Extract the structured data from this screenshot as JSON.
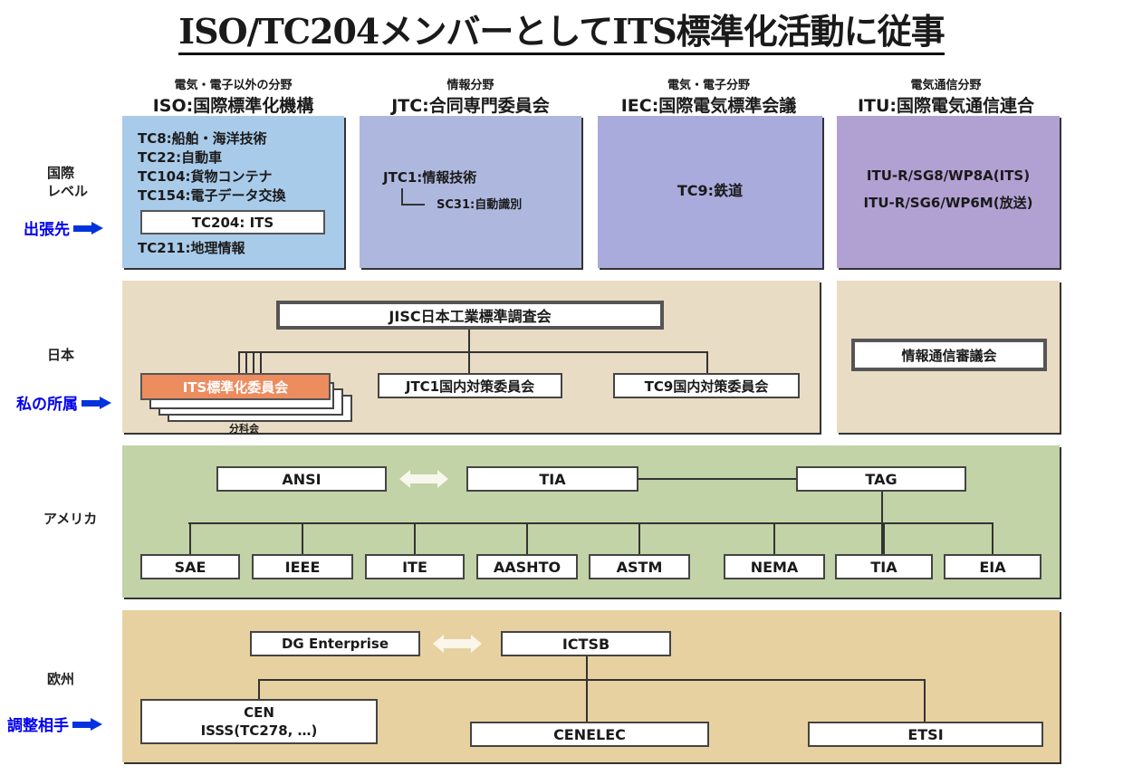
{
  "title": "ISO/TC204メンバーとしてITS標準化活動に従事",
  "columns": [
    {
      "subtitle": "電気・電子以外の分野",
      "name": "ISO:国際標準化機構"
    },
    {
      "subtitle": "情報分野",
      "name": "JTC:合同専門委員会"
    },
    {
      "subtitle": "電気・電子分野",
      "name": "IEC:国際電気標準会議"
    },
    {
      "subtitle": "電気通信分野",
      "name": "ITU:国際電気通信連合"
    }
  ],
  "rows": {
    "international": "国際\nレベル",
    "international_line1": "国際",
    "international_line2": "レベル",
    "japan": "日本",
    "america": "アメリカ",
    "europe": "欧州"
  },
  "callouts": {
    "business_trip": "出張先",
    "my_affiliation": "私の所属",
    "coordination": "調整相手"
  },
  "iso_box": {
    "items": [
      "TC8:船舶・海洋技術",
      "TC22:自動車",
      "TC104:貨物コンテナ",
      "TC154:電子データ交換"
    ],
    "highlight": "TC204: ITS",
    "last_item": "TC211:地理情報"
  },
  "jtc_box": {
    "parent": "JTC1:情報技術",
    "child": "SC31:自動識別"
  },
  "iec_box": {
    "item": "TC9:鉄道"
  },
  "itu_box": {
    "items": [
      "ITU-R/SG8/WP8A(ITS)",
      "ITU-R/SG6/WP6M(放送)"
    ]
  },
  "japan": {
    "jisc": "JISC日本工業標準調査会",
    "its_committee": "ITS標準化委員会",
    "subcommittee_label": "分科会",
    "jtc1_domestic": "JTC1国内対策委員会",
    "tc9_domestic": "TC9国内対策委員会",
    "telecom_council": "情報通信審議会"
  },
  "america": {
    "ansi": "ANSI",
    "tia_top": "TIA",
    "tag": "TAG",
    "members": [
      "SAE",
      "IEEE",
      "ITE",
      "AASHTO",
      "ASTM",
      "NEMA",
      "TIA",
      "EIA"
    ]
  },
  "europe": {
    "dg": "DG Enterprise",
    "ictsb": "ICTSB",
    "cen_line1": "CEN",
    "cen_line2": "ISSS(TC278, …)",
    "cenelec": "CENELEC",
    "etsi": "ETSI"
  },
  "colors": {
    "iso_bg": "#a9cbea",
    "jtc_bg": "#aeb8df",
    "iec_bg": "#a9abdc",
    "itu_bg": "#b1a1d3",
    "japan_bg": "#e9dcc4",
    "america_bg": "#c2d3a7",
    "europe_bg": "#e8d1a1",
    "its_committee_bg": "#ec8c5f",
    "callout_text": "#0000ee"
  }
}
